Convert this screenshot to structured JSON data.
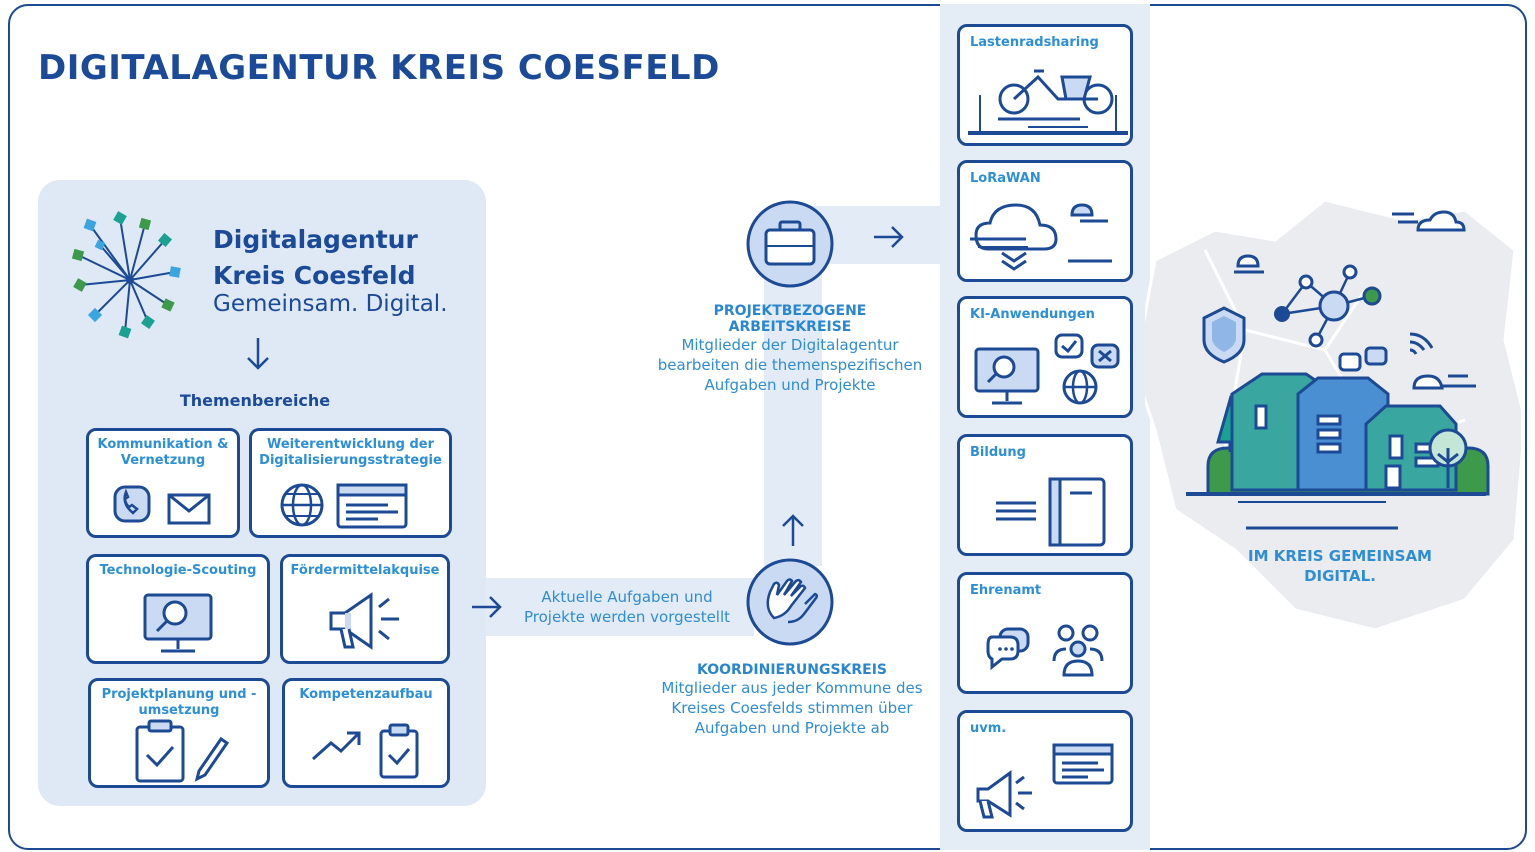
{
  "title": "DIGITALAGENTUR KREIS COESFELD",
  "organization": {
    "name_line1": "Digitalagentur",
    "name_line2": "Kreis Coesfeld",
    "tagline": "Gemeinsam. Digital."
  },
  "themen": {
    "heading": "Themenbereiche",
    "cards": [
      {
        "label": "Kommunikation & Vernetzung",
        "icon": "phone-mail-icon"
      },
      {
        "label": "Weiterentwicklung der Digitalisierungsstrategie",
        "icon": "globe-browser-icon"
      },
      {
        "label": "Technologie-Scouting",
        "icon": "monitor-search-icon"
      },
      {
        "label": "Fördermittelakquise",
        "icon": "megaphone-icon"
      },
      {
        "label": "Projektplanung und -umsetzung",
        "icon": "clipboard-pen-icon"
      },
      {
        "label": "Kompetenzaufbau",
        "icon": "growth-clipboard-icon"
      }
    ]
  },
  "flow": {
    "presented_text": "Aktuelle Aufgaben und Projekte werden vorgestellt",
    "koordinierung": {
      "heading": "KOORDINIERUNGSKREIS",
      "text": "Mitglieder aus jeder Kommune des Kreises Coesfelds stimmen über Aufgaben und Projekte ab"
    },
    "arbeitskreise": {
      "heading": "PROJEKTBEZOGENE ARBEITSKREISE",
      "text": "Mitglieder der Digitalagentur bearbeiten die themenspezifischen Aufgaben und Projekte"
    }
  },
  "projects": [
    {
      "label": "Lastenradsharing",
      "icon": "cargo-bike-icon"
    },
    {
      "label": "LoRaWAN",
      "icon": "cloud-network-icon"
    },
    {
      "label": "KI-Anwendungen",
      "icon": "ai-apps-icon"
    },
    {
      "label": "Bildung",
      "icon": "book-icon"
    },
    {
      "label": "Ehrenamt",
      "icon": "volunteers-icon"
    },
    {
      "label": "uvm.",
      "icon": "more-icon"
    }
  ],
  "final": {
    "text": "IM KREIS GEMEINSAM DIGITAL."
  },
  "colors": {
    "navy": "#1c4a95",
    "accent_blue": "#2f8dd3",
    "light_panel": "#dfe8f5",
    "green": "#3c9a4a",
    "teal": "#1aa191"
  }
}
